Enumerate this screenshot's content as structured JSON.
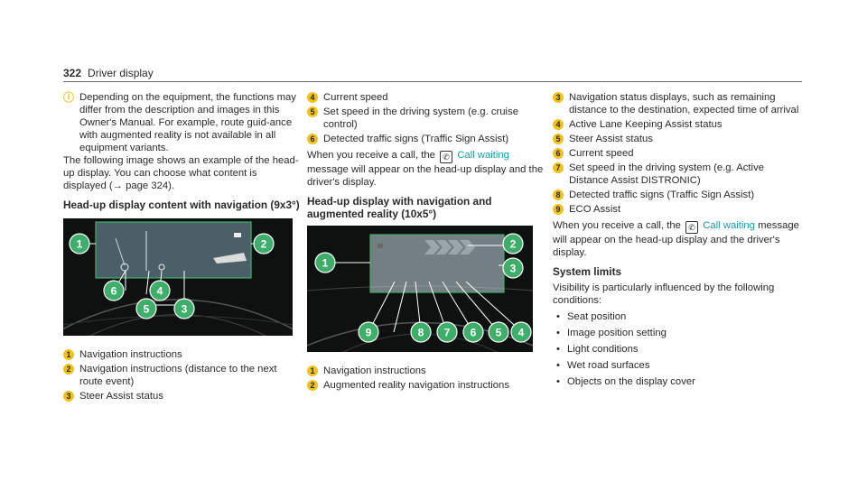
{
  "header": {
    "page_number": "322",
    "section": "Driver display"
  },
  "col1": {
    "note_icon": "info-icon",
    "note_text": "Depending on the equipment, the functions may differ from the description and images in this Owner's Manual. For example, route guid-ance with augmented reality is not available in all equipment variants.",
    "intro_text": "The following image shows an example of the head-up display. You can choose what content is displayed (→ page 324).",
    "heading": "Head-up display content with navigation (9x3°)",
    "figure_callouts": [
      "1",
      "2",
      "3",
      "4",
      "5",
      "6"
    ],
    "items": [
      {
        "n": "1",
        "text": "Navigation instructions"
      },
      {
        "n": "2",
        "text": "Navigation instructions (distance to the next route event)"
      },
      {
        "n": "3",
        "text": "Steer Assist status"
      }
    ]
  },
  "col2": {
    "items_top": [
      {
        "n": "4",
        "text": "Current speed"
      },
      {
        "n": "5",
        "text": "Set speed in the driving system (e.g. cruise control)"
      },
      {
        "n": "6",
        "text": "Detected traffic signs (Traffic Sign Assist)"
      }
    ],
    "call_pre": "When you receive a call, the",
    "call_link": "Call waiting",
    "call_post": "message will appear on the head-up display and the driver's display.",
    "heading": "Head-up display with navigation and augmented reality (10x5°)",
    "figure_callouts": [
      "1",
      "2",
      "3",
      "4",
      "5",
      "6",
      "7",
      "8",
      "9"
    ],
    "items_bottom": [
      {
        "n": "1",
        "text": "Navigation instructions"
      },
      {
        "n": "2",
        "text": "Augmented reality navigation instructions"
      }
    ]
  },
  "col3": {
    "items": [
      {
        "n": "3",
        "text": "Navigation status displays, such as remaining distance to the destination, expected time of arrival"
      },
      {
        "n": "4",
        "text": "Active Lane Keeping Assist status"
      },
      {
        "n": "5",
        "text": "Steer Assist status"
      },
      {
        "n": "6",
        "text": "Current speed"
      },
      {
        "n": "7",
        "text": "Set speed in the driving system (e.g. Active Distance Assist DISTRONIC)"
      },
      {
        "n": "8",
        "text": "Detected traffic signs (Traffic Sign Assist)"
      },
      {
        "n": "9",
        "text": "ECO Assist"
      }
    ],
    "call_pre": "When you receive a call, the",
    "call_link": "Call waiting",
    "call_post": "message will appear on the head-up display and the driver's display.",
    "heading": "System limits",
    "limits_intro": "Visibility is particularly influenced by the following conditions:",
    "bullets": [
      "Seat position",
      "Image position setting",
      "Light conditions",
      "Wet road surfaces",
      "Objects on the display cover"
    ]
  },
  "colors": {
    "accent_green": "#3fae6a",
    "bullet_yellow": "#f1c21b",
    "link_teal": "#1a9aa9"
  }
}
